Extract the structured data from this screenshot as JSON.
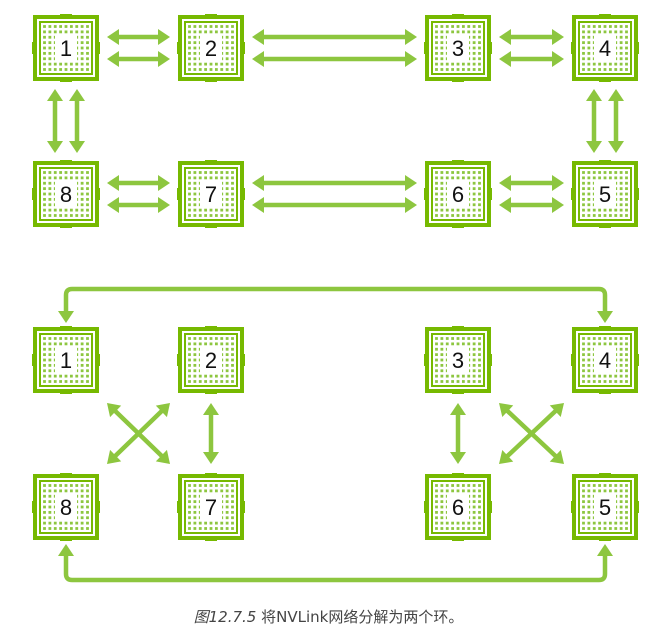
{
  "colors": {
    "link": "#8dc63f",
    "chip_border": "#76b900",
    "chip_dots": "#8dc63f"
  },
  "top": {
    "gpus": [
      {
        "id": "1",
        "label": "1"
      },
      {
        "id": "2",
        "label": "2"
      },
      {
        "id": "3",
        "label": "3"
      },
      {
        "id": "4",
        "label": "4"
      },
      {
        "id": "8",
        "label": "8"
      },
      {
        "id": "7",
        "label": "7"
      },
      {
        "id": "6",
        "label": "6"
      },
      {
        "id": "5",
        "label": "5"
      }
    ],
    "links": [
      {
        "from": "1",
        "to": "2",
        "count": 2
      },
      {
        "from": "2",
        "to": "3",
        "count": 2
      },
      {
        "from": "3",
        "to": "4",
        "count": 2
      },
      {
        "from": "8",
        "to": "7",
        "count": 2
      },
      {
        "from": "7",
        "to": "6",
        "count": 2
      },
      {
        "from": "6",
        "to": "5",
        "count": 2
      },
      {
        "from": "1",
        "to": "8",
        "count": 2
      },
      {
        "from": "4",
        "to": "5",
        "count": 2
      }
    ]
  },
  "bottom": {
    "gpus": [
      {
        "id": "1",
        "label": "1"
      },
      {
        "id": "2",
        "label": "2"
      },
      {
        "id": "3",
        "label": "3"
      },
      {
        "id": "4",
        "label": "4"
      },
      {
        "id": "8",
        "label": "8"
      },
      {
        "id": "7",
        "label": "7"
      },
      {
        "id": "6",
        "label": "6"
      },
      {
        "id": "5",
        "label": "5"
      }
    ],
    "links": [
      {
        "from": "1",
        "to": "7",
        "kind": "diagonal"
      },
      {
        "from": "2",
        "to": "8",
        "kind": "diagonal"
      },
      {
        "from": "2",
        "to": "7",
        "kind": "vertical"
      },
      {
        "from": "3",
        "to": "6",
        "kind": "vertical"
      },
      {
        "from": "3",
        "to": "5",
        "kind": "diagonal"
      },
      {
        "from": "4",
        "to": "6",
        "kind": "diagonal"
      },
      {
        "from": "1",
        "to": "4",
        "kind": "ring-top"
      },
      {
        "from": "8",
        "to": "5",
        "kind": "ring-bottom"
      }
    ]
  },
  "caption": {
    "figure": "图12.7.5",
    "text": "将NVLink网络分解为两个环。"
  }
}
